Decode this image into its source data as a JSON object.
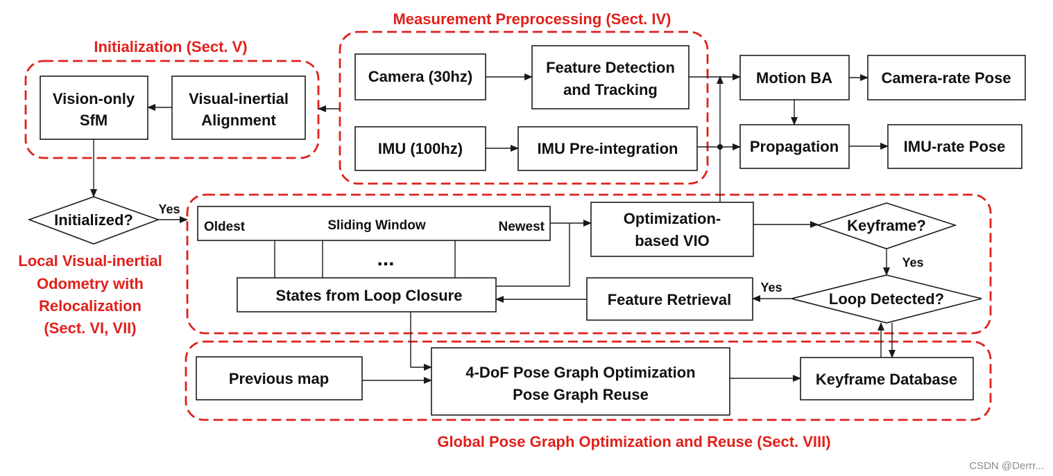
{
  "groups": {
    "measurement": "Measurement Preprocessing (Sect. IV)",
    "initialization": "Initialization (Sect. V)",
    "local_vio": [
      "Local Visual-inertial",
      "Odometry with",
      "Relocalization",
      "(Sect. VI, VII)"
    ],
    "global": "Global Pose Graph Optimization and Reuse  (Sect. VIII)"
  },
  "nodes": {
    "camera": "Camera (30hz)",
    "imu": "IMU (100hz)",
    "feature_detection": [
      "Feature Detection",
      "and Tracking"
    ],
    "imu_preintegration": "IMU Pre-integration",
    "motion_ba": "Motion BA",
    "propagation": "Propagation",
    "camera_rate_pose": "Camera-rate Pose",
    "imu_rate_pose": "IMU-rate Pose",
    "vision_only_sfm": [
      "Vision-only",
      "SfM"
    ],
    "visual_inertial_alignment": [
      "Visual-inertial",
      "Alignment"
    ],
    "initialized": "Initialized?",
    "sliding_window": {
      "oldest": "Oldest",
      "title": "Sliding Window",
      "newest": "Newest"
    },
    "ellipsis": "...",
    "states_loop_closure": "States from Loop Closure",
    "optimization_vio": [
      "Optimization-",
      "based VIO"
    ],
    "keyframe_q": "Keyframe?",
    "loop_detected_q": "Loop Detected?",
    "feature_retrieval": "Feature Retrieval",
    "previous_map": "Previous map",
    "pose_graph": [
      "4-DoF Pose Graph Optimization",
      "Pose Graph Reuse"
    ],
    "keyframe_database": "Keyframe Database"
  },
  "edge_labels": {
    "initialized_yes": "Yes",
    "keyframe_yes": "Yes",
    "loop_yes": "Yes"
  },
  "watermark": "CSDN @Derrr..."
}
